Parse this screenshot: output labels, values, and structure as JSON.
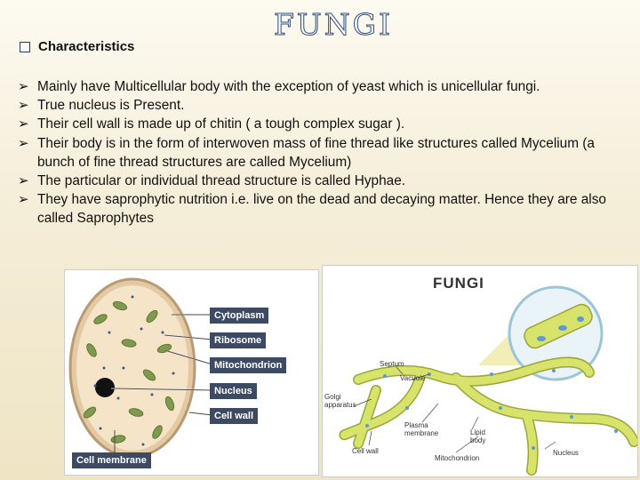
{
  "title": "FUNGI",
  "section": {
    "label": "Characteristics"
  },
  "bullets": [
    "Mainly have Multicellular body with the exception of yeast which is unicellular fungi.",
    "True nucleus is Present.",
    "Their cell wall is made up of chitin ( a tough complex sugar ).",
    "Their body is in the form of interwoven mass of fine thread like structures called Mycelium (a bunch of fine thread structures are called Mycelium)",
    "The particular or individual thread structure is called Hyphae.",
    "They have saprophytic nutrition i.e. live on the dead and decaying matter. Hence they are also called Saprophytes"
  ],
  "cell_diagram": {
    "labels": [
      "Cytoplasm",
      "Ribosome",
      "Mitochondrion",
      "Nucleus",
      "Cell wall",
      "Cell membrane"
    ]
  },
  "fungi_diagram": {
    "title": "FUNGI",
    "labels": {
      "septum": "Septum",
      "vacuole": "Vacuole",
      "golgi": "Golgi apparatus",
      "plasma": "Plasma membrane",
      "lipid": "Lipid body",
      "cellwall": "Cell wall",
      "mito": "Mitochondrion",
      "nucleus": "Nucleus"
    }
  },
  "colors": {
    "title_outline": "#2e4a78",
    "label_bg": "#3c4a63",
    "hyphae": "#d7e36a",
    "cell_fill": "#f3dfc1"
  }
}
